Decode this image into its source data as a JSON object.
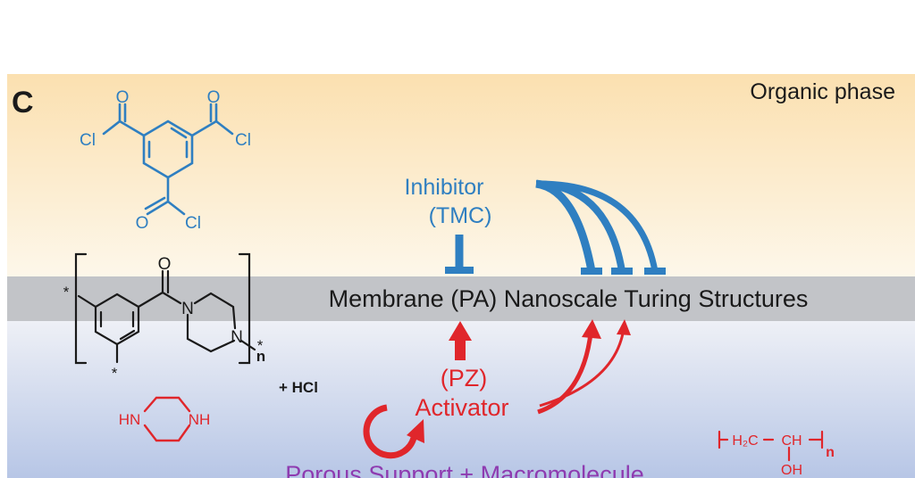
{
  "panel_label": "C",
  "phase_label": "Organic phase",
  "band_label": "Membrane (PA) Nanoscale Turing Structures",
  "inhibitor": {
    "name": "Inhibitor",
    "code": "(TMC)"
  },
  "activator": {
    "name": "Activator",
    "code": "(PZ)"
  },
  "byproduct": "+ HCl",
  "support_label": "Porous Support + Macromolecule",
  "tmc": {
    "acyl_o": "O",
    "acyl_cl": "Cl"
  },
  "pa": {
    "carbonyl_o": "O",
    "amine_n": "N",
    "end_star": "*",
    "repeat_n": "n"
  },
  "pz": {
    "nh": "NH",
    "hn": "HN"
  },
  "pva": {
    "ch2": "H₂C",
    "ch": "CH",
    "oh": "OH",
    "repeat_n": "n"
  },
  "colors": {
    "blue": "#2f7fc1",
    "red": "#e0262b",
    "purple": "#8e3bb0",
    "band": "#c2c4c8",
    "organic_top": "#fbe0b0",
    "aqueous_bottom": "#b7c6e6"
  }
}
